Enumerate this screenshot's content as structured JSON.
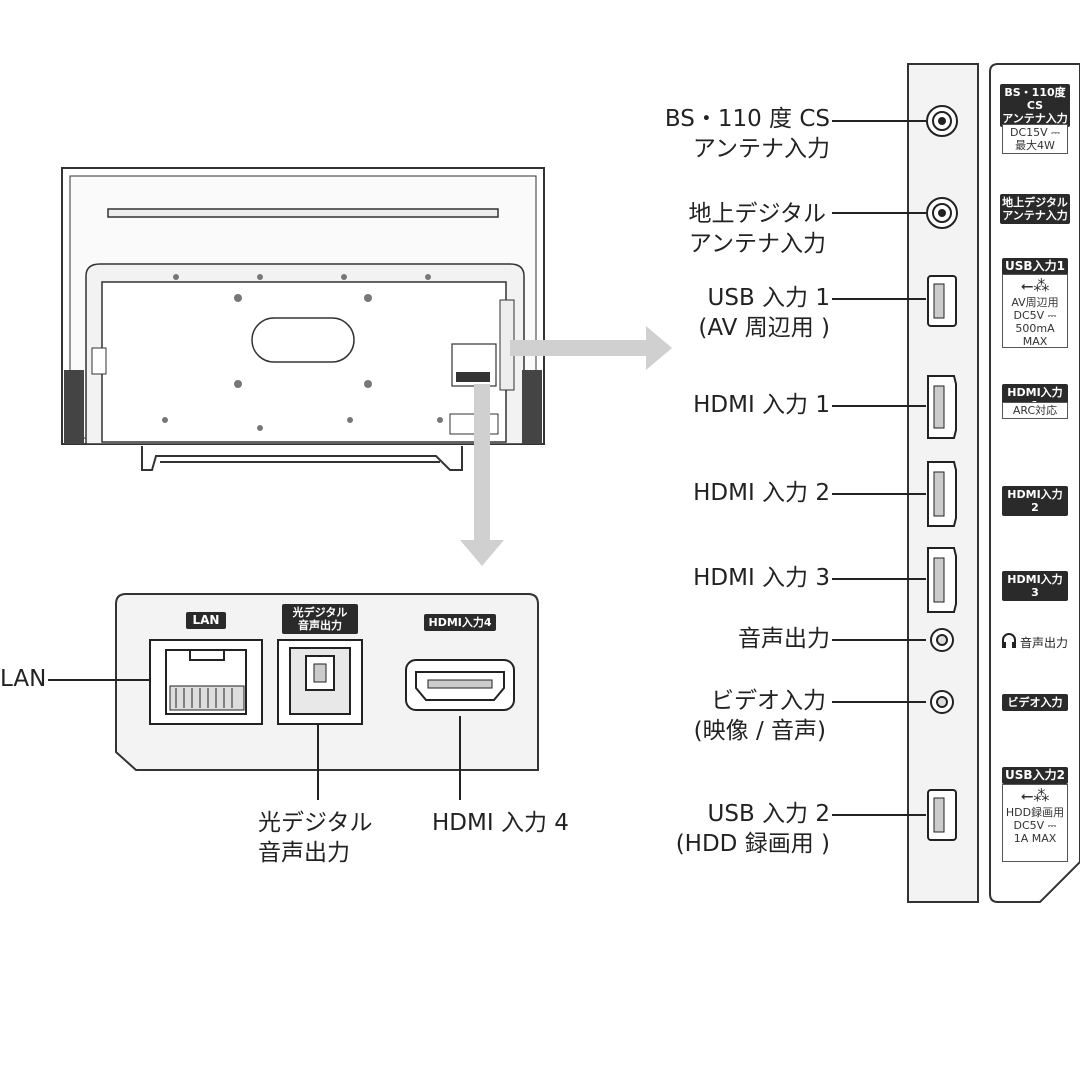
{
  "right_panel": {
    "labels": {
      "bs_cs": [
        "BS・110 度 CS",
        "アンテナ入力"
      ],
      "terrestrial": [
        "地上デジタル",
        "アンテナ入力"
      ],
      "usb1": [
        "USB 入力 1",
        "(AV 周辺用 )"
      ],
      "hdmi1": "HDMI 入力 1",
      "hdmi2": "HDMI 入力 2",
      "hdmi3": "HDMI 入力 3",
      "audio_out": "音声出力",
      "video_in": [
        "ビデオ入力",
        "(映像 / 音声)"
      ],
      "usb2": [
        "USB 入力 2",
        "(HDD 録画用 )"
      ]
    },
    "badges": {
      "bs_cs": "BS・110度CS\nアンテナ入力",
      "bs_cs_spec": "DC15V ⎓\n最大4W",
      "terrestrial": "地上デジタル\nアンテナ入力",
      "usb1": "USB入力1",
      "usb1_spec": "AV周辺用\nDC5V ⎓\n500mA MAX",
      "hdmi1": "HDMI入力1",
      "hdmi1_spec": "ARC対応",
      "hdmi2": "HDMI入力2",
      "hdmi3": "HDMI入力3",
      "audio_out": "音声出力",
      "video_in": "ビデオ入力",
      "usb2": "USB入力2",
      "usb2_spec": "HDD録画用\nDC5V ⎓\n1A MAX"
    }
  },
  "bottom_panel": {
    "badges": {
      "lan": "LAN",
      "optical": "光デジタル\n音声出力",
      "hdmi4": "HDMI入力4"
    },
    "labels": {
      "lan": "LAN",
      "optical": [
        "光デジタル",
        "音声出力"
      ],
      "hdmi4": "HDMI 入力 4"
    }
  },
  "icons": {
    "usb": "usb-icon",
    "headphone": "headphone-icon",
    "arrow": "arrow-icon"
  },
  "colors": {
    "ink": "#222222",
    "panel_fill": "#f3f3f3",
    "arrow": "#d0d0d0",
    "badge": "#2a2a2a"
  }
}
